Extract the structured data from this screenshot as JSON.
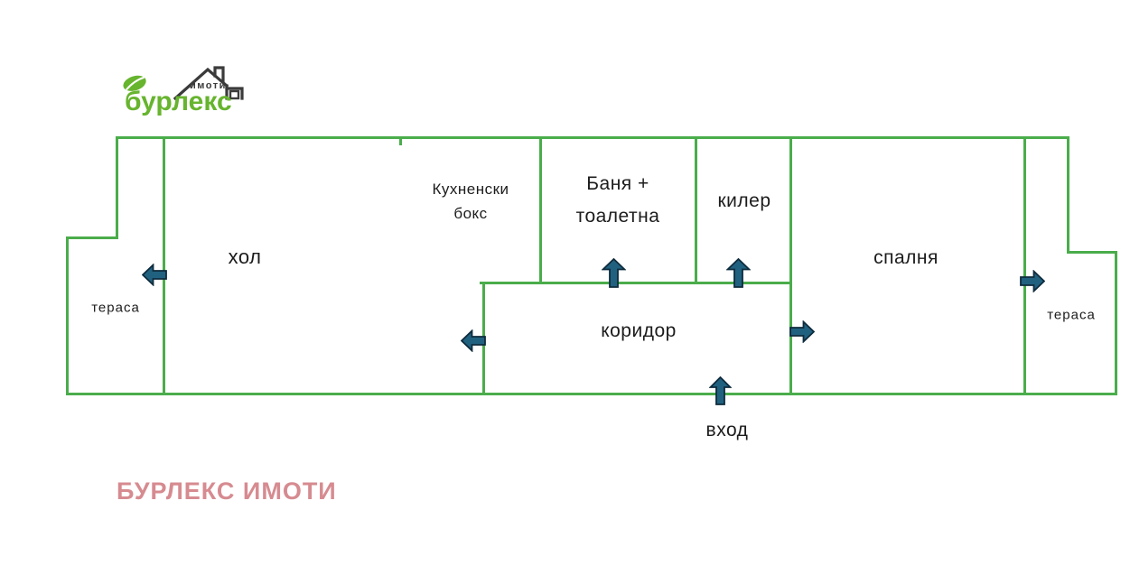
{
  "logo": {
    "brand": "бурлекс",
    "tagline": "имоти"
  },
  "rooms": {
    "terrace_left": "тераса",
    "living_room": "хол",
    "kitchen_line1": "Кухненски",
    "kitchen_line2": "бокс",
    "bathroom_line1": "Баня +",
    "bathroom_line2": "тоалетна",
    "closet": "килер",
    "bedroom": "спалня",
    "terrace_right": "тераса",
    "corridor": "коридор",
    "entrance": "вход"
  },
  "footer": {
    "brand": "БУРЛЕКС ИМОТИ"
  },
  "colors": {
    "wall_green": "#4aad4b",
    "door_arrow_fill": "#20617f",
    "door_arrow_outline": "#0e2b3d",
    "logo_green": "#67b42e",
    "logo_dark": "#3b3b3b",
    "footer_pink": "#d68b90",
    "label_text": "#1c1c1c"
  }
}
